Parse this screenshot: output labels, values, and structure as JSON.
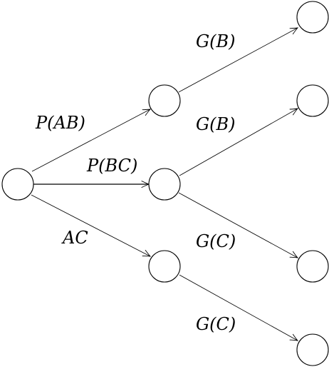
{
  "edges": {
    "root_to_a": "P(AB)",
    "root_to_b": "P(BC)",
    "root_to_c": "AC",
    "a_to_leaf1": "G(B)",
    "b_to_leaf2": "G(B)",
    "b_to_leaf3": "G(C)",
    "c_to_leaf4": "G(C)"
  }
}
